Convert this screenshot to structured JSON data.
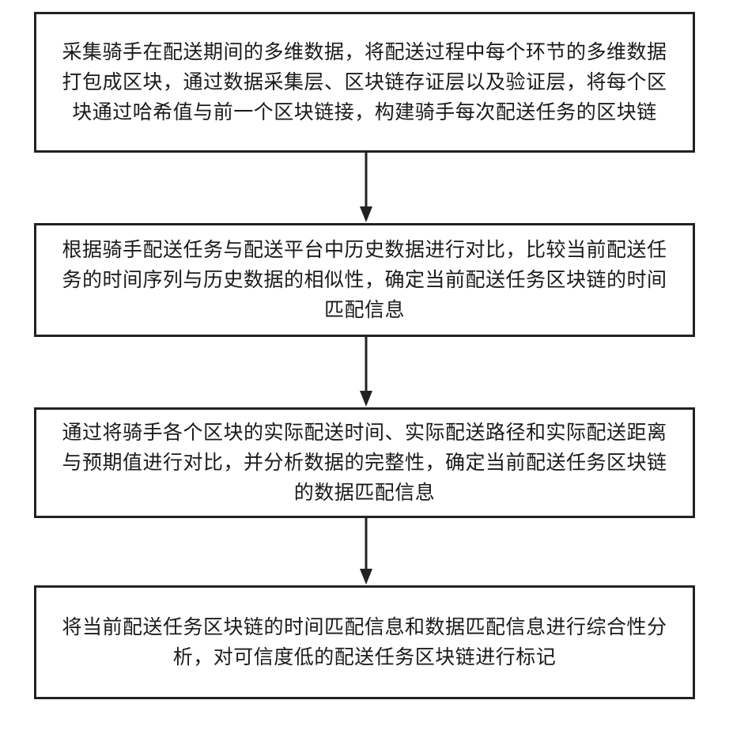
{
  "flowchart": {
    "steps": [
      {
        "text": "采集骑手在配送期间的多维数据，将配送过程中每个环节的多维数据打包成区块，通过数据采集层、区块链存证层以及验证层，将每个区块通过哈希值与前一个区块链接，构建骑手每次配送任务的区块链"
      },
      {
        "text": "根据骑手配送任务与配送平台中历史数据进行对比，比较当前配送任务的时间序列与历史数据的相似性，确定当前配送任务区块链的时间匹配信息"
      },
      {
        "text": "通过将骑手各个区块的实际配送时间、实际配送路径和实际配送距离与预期值进行对比，并分析数据的完整性，确定当前配送任务区块链的数据匹配信息"
      },
      {
        "text": "将当前配送任务区块链的时间匹配信息和数据匹配信息进行综合性分析，对可信度低的配送任务区块链进行标记"
      }
    ],
    "colors": {
      "border": "#222222",
      "arrow": "#222222",
      "text": "#1a1a1a",
      "background": "#ffffff"
    }
  }
}
